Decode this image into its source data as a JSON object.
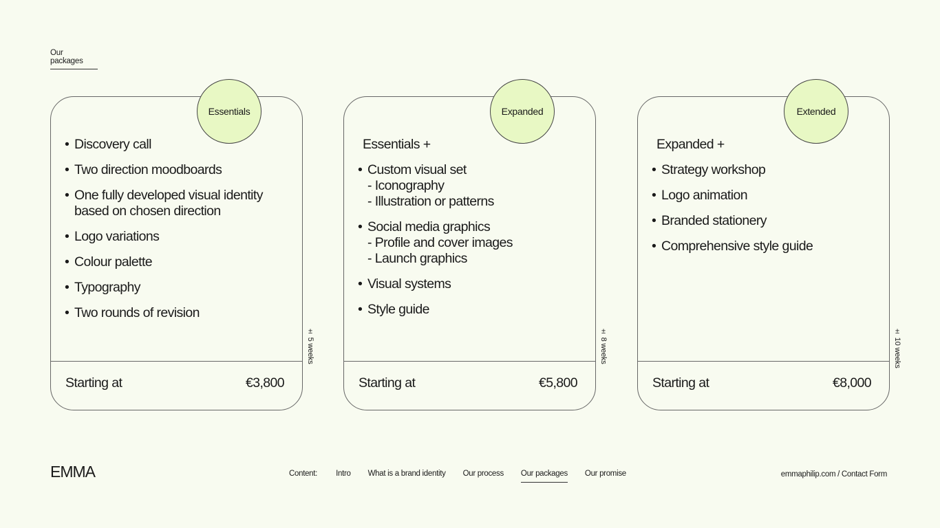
{
  "section_label": "Our packages",
  "packages": [
    {
      "name": "Essentials",
      "lead": "",
      "items": [
        {
          "text": "Discovery call",
          "subs": []
        },
        {
          "text": "Two direction moodboards",
          "subs": []
        },
        {
          "text": "One fully developed visual identity based on chosen direction",
          "subs": []
        },
        {
          "text": "Logo variations",
          "subs": []
        },
        {
          "text": "Colour palette",
          "subs": []
        },
        {
          "text": "Typography",
          "subs": []
        },
        {
          "text": "Two rounds of revision",
          "subs": []
        }
      ],
      "price_label": "Starting at",
      "price": "€3,800",
      "duration": "± 5 weeks"
    },
    {
      "name": "Expanded",
      "lead": "Essentials +",
      "items": [
        {
          "text": "Custom visual set",
          "subs": [
            "- Iconography",
            "- Illustration or patterns"
          ]
        },
        {
          "text": "Social media graphics",
          "subs": [
            "- Profile and cover images",
            "- Launch graphics"
          ]
        },
        {
          "text": "Visual systems",
          "subs": []
        },
        {
          "text": "Style guide",
          "subs": []
        }
      ],
      "price_label": "Starting at",
      "price": "€5,800",
      "duration": "± 8 weeks"
    },
    {
      "name": "Extended",
      "lead": "Expanded +",
      "items": [
        {
          "text": "Strategy workshop",
          "subs": []
        },
        {
          "text": "Logo animation",
          "subs": []
        },
        {
          "text": "Branded stationery",
          "subs": []
        },
        {
          "text": "Comprehensive style guide",
          "subs": []
        }
      ],
      "price_label": "Starting at",
      "price": "€8,000",
      "duration": "± 10 weeks"
    }
  ],
  "footer": {
    "logo": "EMMA",
    "nav_label": "Content:",
    "nav_items": [
      "Intro",
      "What is a brand identity",
      "Our process",
      "Our packages",
      "Our promise"
    ],
    "active_nav": "Our packages",
    "site_link": "emmaphilip.com / Contact Form"
  },
  "colors": {
    "background": "#f8fbf0",
    "badge": "#e8f8c4",
    "text": "#1a1a1a"
  }
}
